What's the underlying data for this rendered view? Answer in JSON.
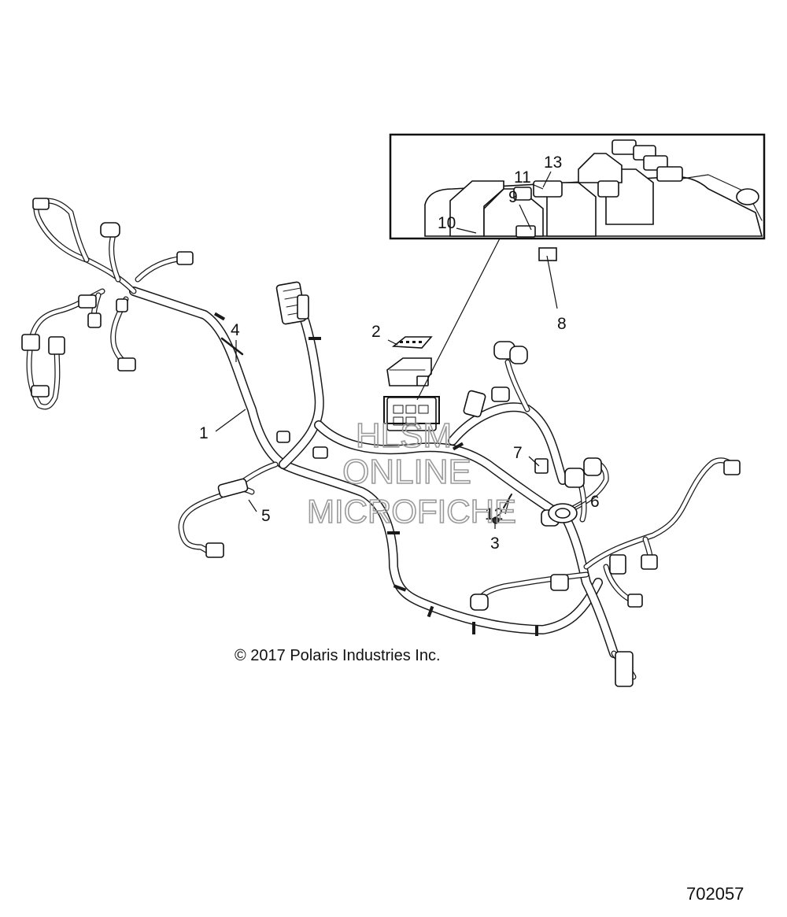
{
  "callouts": {
    "c1": "1",
    "c2": "2",
    "c3": "3",
    "c4": "4",
    "c5": "5",
    "c6": "6",
    "c7": "7",
    "c8": "8",
    "c9": "9",
    "c10": "10",
    "c11": "11",
    "c12": "12",
    "c13": "13"
  },
  "watermark": {
    "line1": "HLSM",
    "line2": "ONLINE",
    "line3": "MICROFICHE"
  },
  "copyright": "© 2017 Polaris Industries Inc.",
  "figure_number": "702057"
}
